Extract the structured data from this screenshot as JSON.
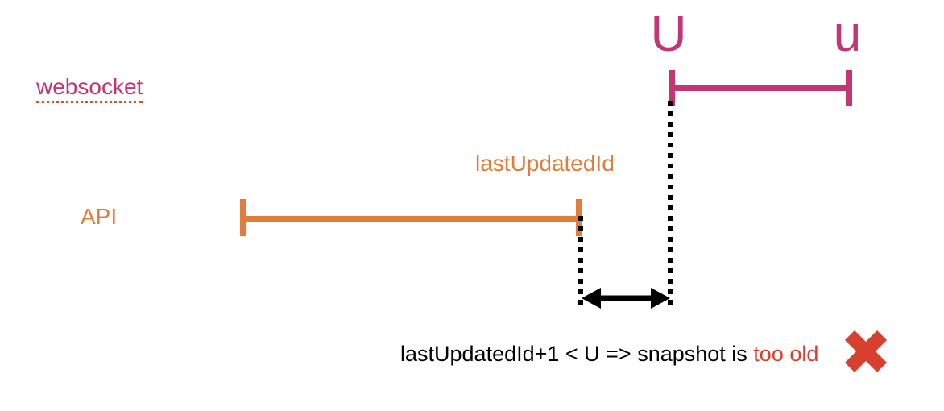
{
  "diagram": {
    "title_hint": "order book snapshot sync diagram",
    "websocket": {
      "label": "websocket",
      "start_tick_label": "U",
      "end_tick_label": "u"
    },
    "api": {
      "label": "API",
      "end_tick_label": "lastUpdatedId"
    },
    "conclusion": {
      "text_black": "lastUpdatedId+1 < U => snapshot is ",
      "text_red": "too old"
    },
    "icons": {
      "gap_arrow": "double-headed-arrow",
      "rejection": "red-x-mark"
    },
    "colors": {
      "pink": "#c43573",
      "orange": "#e17d3a",
      "red": "#d7402e",
      "ink": "#000000",
      "underline": "#e0492f"
    }
  }
}
